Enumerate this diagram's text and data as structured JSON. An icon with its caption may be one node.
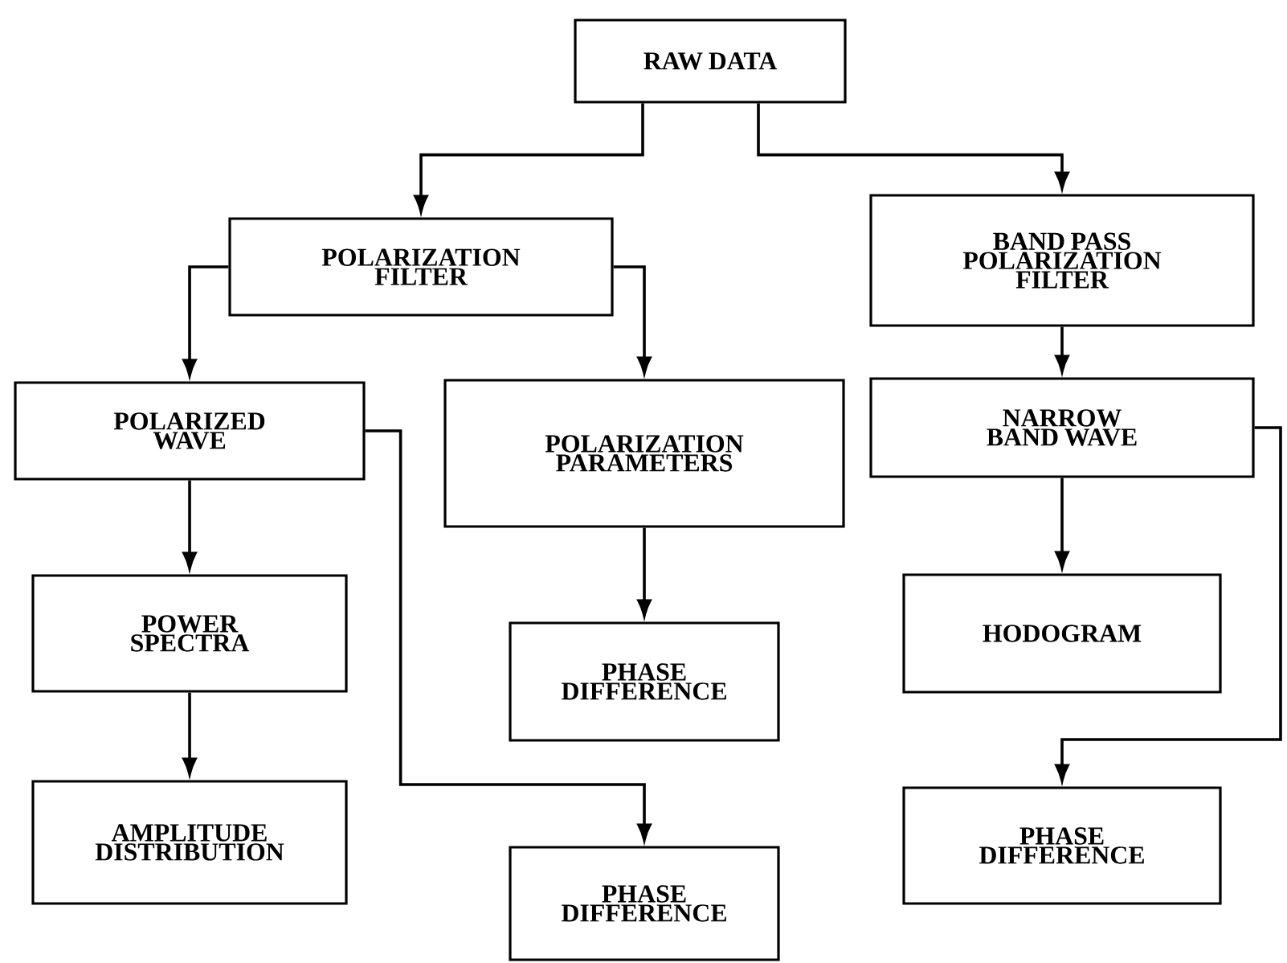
{
  "diagram": {
    "nodes": [
      {
        "text": [
          "RAW DATA"
        ]
      },
      {
        "text": [
          "POLARIZATION FILTER"
        ]
      },
      {
        "text": [
          "BAND PASS POLARIZATION FILTER"
        ]
      },
      {
        "text": [
          "POLARIZED WAVE"
        ]
      },
      {
        "text": [
          "POLARIZATION PARAMETERS"
        ]
      },
      {
        "text": [
          "NARROW BAND WAVE"
        ]
      },
      {
        "text": [
          "POWER SPECTRA"
        ]
      },
      {
        "text": [
          "PHASE DIFFERENCE"
        ]
      },
      {
        "text": [
          "HODOGRAM"
        ]
      },
      {
        "text": [
          "AMPLITUDE DISTRIBUTION"
        ]
      },
      {
        "text": [
          "PHASE DIFFERENCE"
        ]
      },
      {
        "text": [
          "PHASE DIFFERENCE"
        ]
      }
    ],
    "edges": [
      {
        "from": 0,
        "to": 1,
        "arrow": "to"
      },
      {
        "from": 0,
        "to": 2,
        "arrow": "to"
      },
      {
        "from": 1,
        "to": 3,
        "arrow": "to"
      },
      {
        "from": 1,
        "to": 4,
        "arrow": "to"
      },
      {
        "from": 2,
        "to": 5,
        "arrow": "to"
      },
      {
        "from": 3,
        "to": 6,
        "arrow": "to"
      },
      {
        "from": 3,
        "to": 10,
        "arrow": "to"
      },
      {
        "from": 4,
        "to": 7,
        "arrow": "to"
      },
      {
        "from": 5,
        "to": 8,
        "arrow": "to"
      },
      {
        "from": 5,
        "to": 11,
        "arrow": "to"
      },
      {
        "from": 6,
        "to": 9,
        "arrow": "to"
      }
    ]
  }
}
